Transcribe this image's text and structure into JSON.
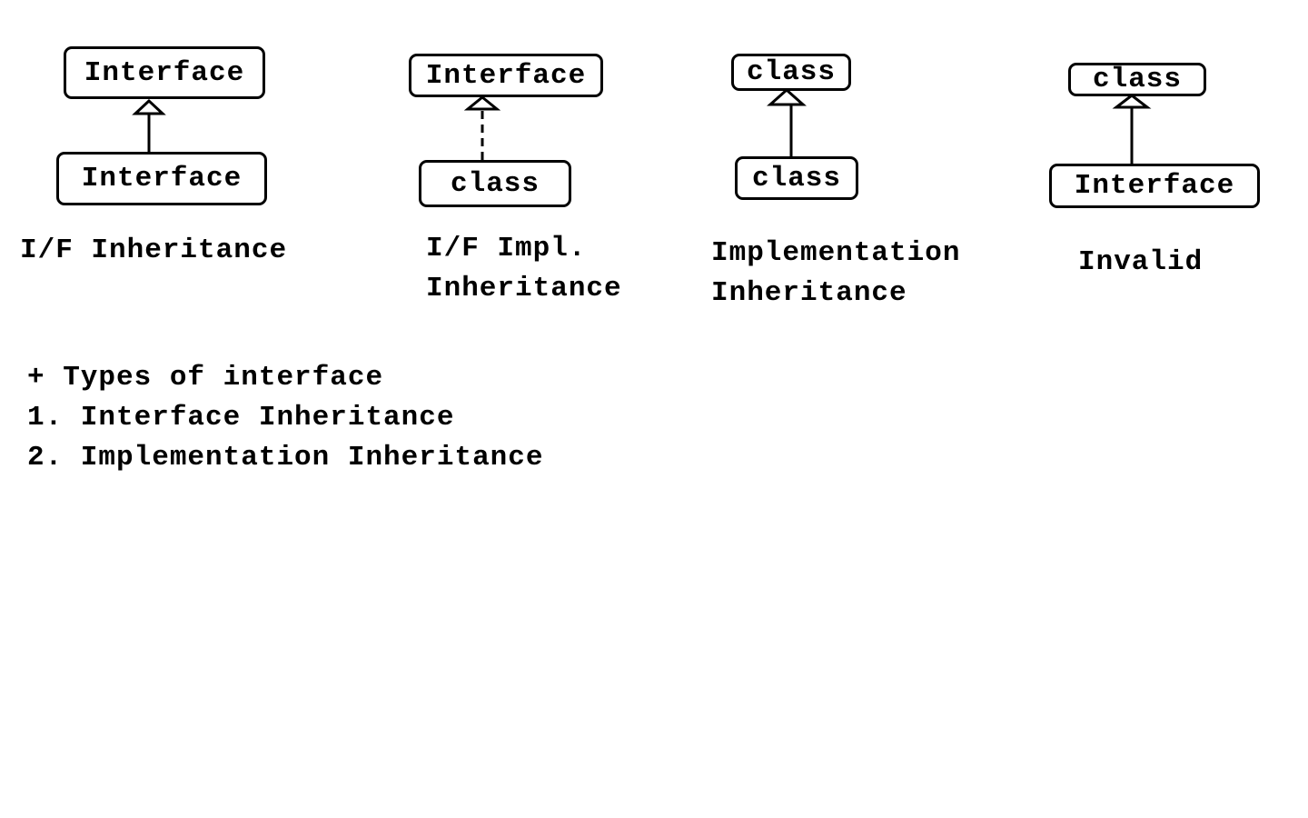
{
  "diagram": {
    "panels": [
      {
        "parent": "Interface",
        "child": "Interface",
        "relationship": "solid line with hollow arrowhead",
        "caption": [
          "I/F Inheritance"
        ]
      },
      {
        "parent": "Interface",
        "child": "class",
        "relationship": "dashed line with hollow arrowhead",
        "caption": [
          "I/F Impl.",
          "Inheritance"
        ]
      },
      {
        "parent": "class",
        "child": "class",
        "relationship": "solid line with hollow arrowhead",
        "caption": [
          "Implementation",
          "Inheritance"
        ]
      },
      {
        "parent": "class",
        "child": "Interface",
        "relationship": "solid line with hollow arrowhead",
        "caption": [
          "Invalid"
        ]
      }
    ]
  },
  "notes": {
    "heading": "+ Types of interface",
    "items": [
      "1. Interface Inheritance",
      "2. Implementation Inheritance"
    ]
  }
}
